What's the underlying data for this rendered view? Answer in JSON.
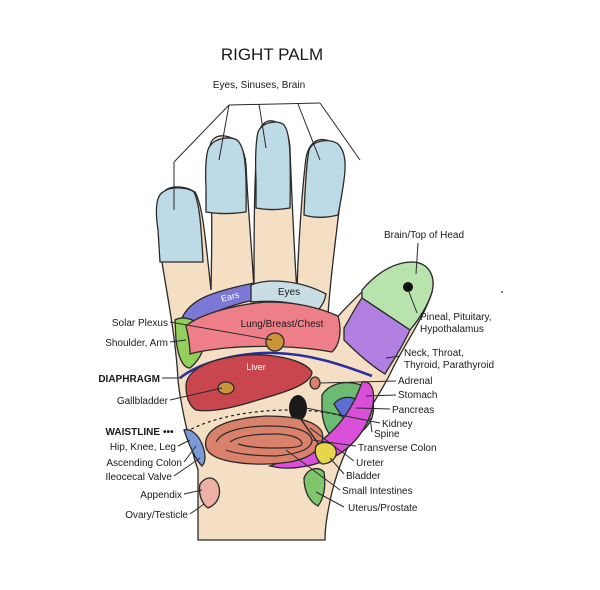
{
  "title": "RIGHT PALM",
  "colors": {
    "skin": "#f5dfc4",
    "fingertip": "#bcdbe6",
    "ears": "#7b78d6",
    "eyes": "#c9dde4",
    "lung": "#ee7f89",
    "diaphragm_line": "#2a2fa0",
    "liver": "#c9464f",
    "solar_plexus": "#c9943a",
    "shoulder": "#93cf5c",
    "thumb_tip": "#b9e3ac",
    "pineal": "#111111",
    "neck": "#b07fe0",
    "spine": "#d94fd9",
    "stomach": "#6dbb73",
    "pancreas": "#5c6fd0",
    "kidney": "#1a1a1a",
    "intestine": "#d9816a",
    "bladder": "#e6d64a",
    "appendix": "#ecb0a6",
    "uterus": "#7ec56c",
    "hip": "#7a9bd8"
  },
  "inside_labels": {
    "ears": "Ears",
    "eyes": "Eyes",
    "lung": "Lung/Breast/Chest",
    "liver": "Liver"
  },
  "labels": {
    "eyes_sinuses_brain": "Eyes, Sinuses, Brain",
    "brain_top": "Brain/Top of Head",
    "pineal_1": "Pineal, Pituitary,",
    "pineal_2": "Hypothalamus",
    "neck_1": "Neck, Throat,",
    "neck_2": "Thyroid, Parathyroid",
    "adrenal": "Adrenal",
    "stomach": "Stomach",
    "pancreas": "Pancreas",
    "kidney": "Kidney",
    "spine": "Spine",
    "transverse_colon": "Transverse Colon",
    "ureter": "Ureter",
    "bladder": "Bladder",
    "small_intestines": "Small Intestines",
    "uterus": "Uterus/Prostate",
    "solar_plexus": "Solar Plexus",
    "shoulder": "Shoulder, Arm",
    "diaphragm": "DIAPHRAGM",
    "gallbladder": "Gallbladder",
    "waistline": "WAISTLINE",
    "hip": "Hip, Knee, Leg",
    "ascending_colon": "Ascending Colon",
    "ileocecal": "Ileocecal Valve",
    "appendix": "Appendix",
    "ovary": "Ovary/Testicle"
  }
}
